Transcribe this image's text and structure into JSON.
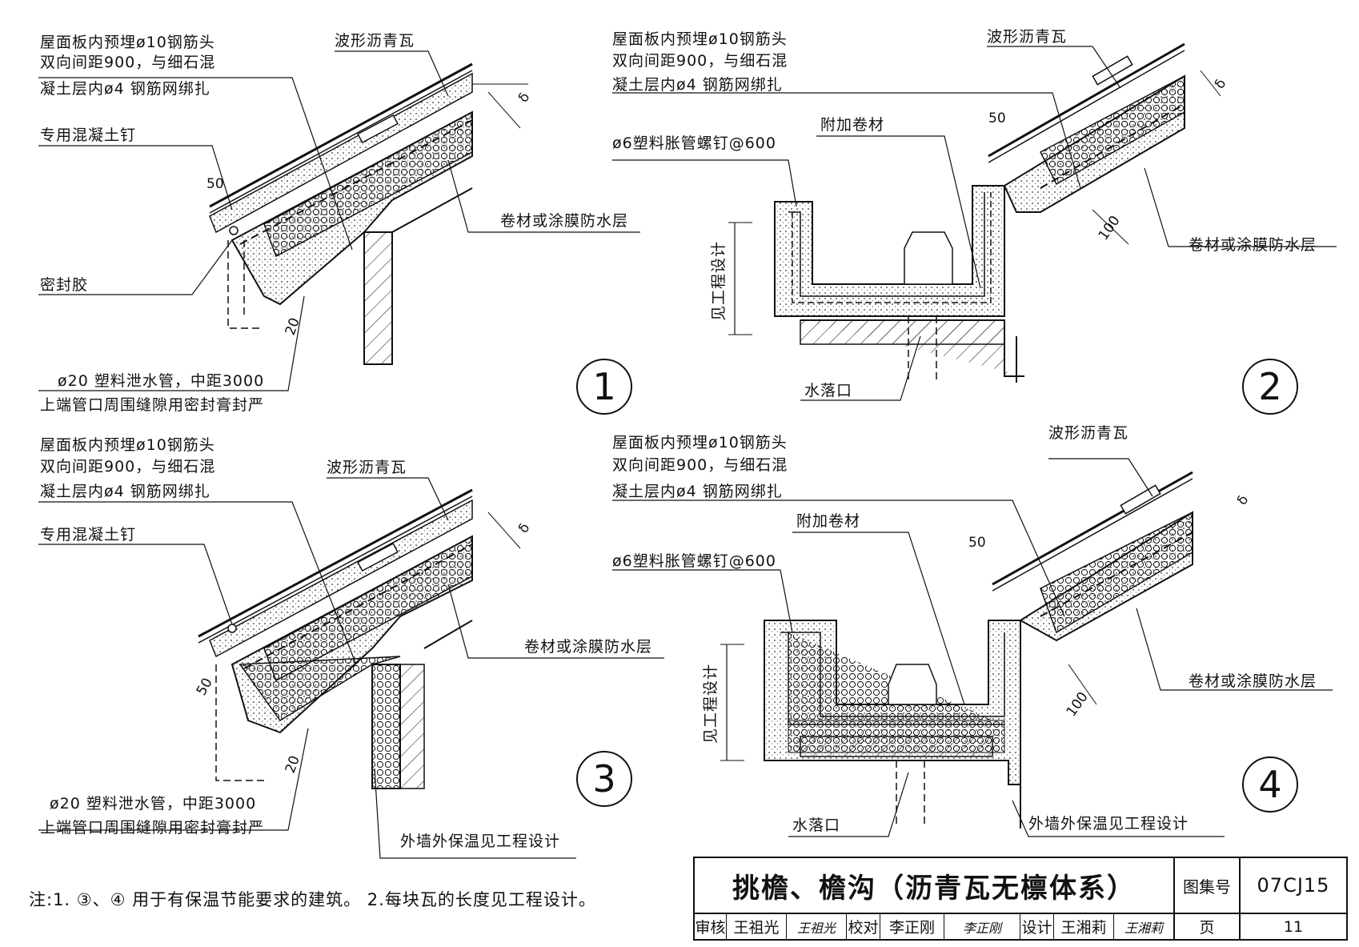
{
  "details": [
    {
      "number": "1",
      "labels": {
        "embed_l1": "屋面板内预埋ø10钢筋头",
        "embed_l2": "双向间距900，与细石混",
        "embed_l3": "凝土层内ø4 钢筋网绑扎",
        "tile": "波形沥青瓦",
        "nail": "专用混凝土钉",
        "membrane": "卷材或涂膜防水层",
        "sealant": "密封胶",
        "pipe_l1": "ø20 塑料泄水管，中距3000",
        "pipe_l2": "上端管口周围缝隙用密封膏封严"
      },
      "dims": {
        "d1": "50",
        "d2": "20",
        "delta": "δ"
      }
    },
    {
      "number": "2",
      "labels": {
        "embed_l1": "屋面板内预埋ø10钢筋头",
        "embed_l2": "双向间距900，与细石混",
        "embed_l3": "凝土层内ø4 钢筋网绑扎",
        "tile": "波形沥青瓦",
        "extra": "附加卷材",
        "screw": "ø6塑料胀管螺钉@600",
        "membrane": "卷材或涂膜防水层",
        "drain": "水落口",
        "eng": "见工程设计"
      },
      "dims": {
        "d1": "50",
        "d2": "100",
        "delta": "δ"
      }
    },
    {
      "number": "3",
      "labels": {
        "embed_l1": "屋面板内预埋ø10钢筋头",
        "embed_l2": "双向间距900，与细石混",
        "embed_l3": "凝土层内ø4 钢筋网绑扎",
        "tile": "波形沥青瓦",
        "nail": "专用混凝土钉",
        "membrane": "卷材或涂膜防水层",
        "pipe_l1": "ø20 塑料泄水管，中距3000",
        "pipe_l2": "上端管口周围缝隙用密封膏封严",
        "wall": "外墙外保温见工程设计"
      },
      "dims": {
        "d1": "50",
        "d2": "20",
        "delta": "δ"
      }
    },
    {
      "number": "4",
      "labels": {
        "embed_l1": "屋面板内预埋ø10钢筋头",
        "embed_l2": "双向间距900，与细石混",
        "embed_l3": "凝土层内ø4 钢筋网绑扎",
        "tile": "波形沥青瓦",
        "extra": "附加卷材",
        "screw": "ø6塑料胀管螺钉@600",
        "membrane": "卷材或涂膜防水层",
        "drain": "水落口",
        "eng": "见工程设计",
        "wall": "外墙外保温见工程设计"
      },
      "dims": {
        "d1": "50",
        "d2": "100",
        "delta": "δ"
      }
    }
  ],
  "note": "注:1. ③、④ 用于有保温节能要求的建筑。   2.每块瓦的长度见工程设计。",
  "title_block": {
    "title": "挑檐、檐沟（沥青瓦无檩体系）",
    "atlas_label": "图集号",
    "atlas_no": "07CJ15",
    "review_label": "审核",
    "review_name": "王祖光",
    "review_sig": "王祖光",
    "check_label": "校对",
    "check_name": "李正刚",
    "check_sig": "李正刚",
    "design_label": "设计",
    "design_name": "王湘莉",
    "design_sig": "王湘莉",
    "page_label": "页",
    "page_no": "11"
  }
}
